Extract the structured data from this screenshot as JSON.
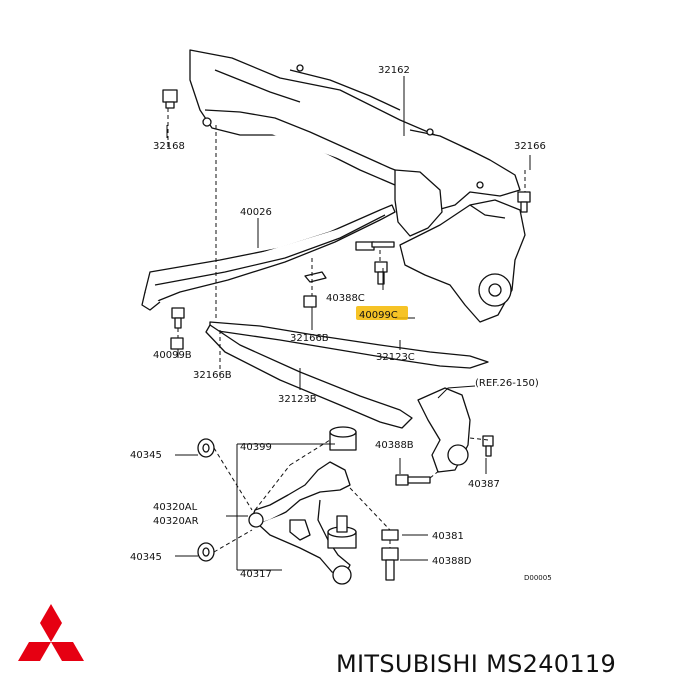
{
  "brand": {
    "logo": "mitsubishi-three-diamonds",
    "logo_color": "#e60012",
    "caption": "MITSUBISHI MS240119"
  },
  "highlight_color": "#f5b800",
  "labels": {
    "p32162": "32162",
    "p32168": "32168",
    "p32166": "32166",
    "p40026": "40026",
    "p40388C": "40388C",
    "p40099C": "40099C",
    "p32166B_mid": "32166B",
    "p32123C": "32123C",
    "p40099B": "40099B",
    "p32166B_left": "32166B",
    "p32123B": "32123B",
    "ref": "(REF.26-150)",
    "p40345_top": "40345",
    "p40399": "40399",
    "p40388B": "40388B",
    "p40387": "40387",
    "p40320AL": "40320AL",
    "p40320AR": "40320AR",
    "p40381": "40381",
    "p40345_bottom": "40345",
    "p40388D": "40388D",
    "p40317": "40317",
    "figure_code": "D00005"
  }
}
